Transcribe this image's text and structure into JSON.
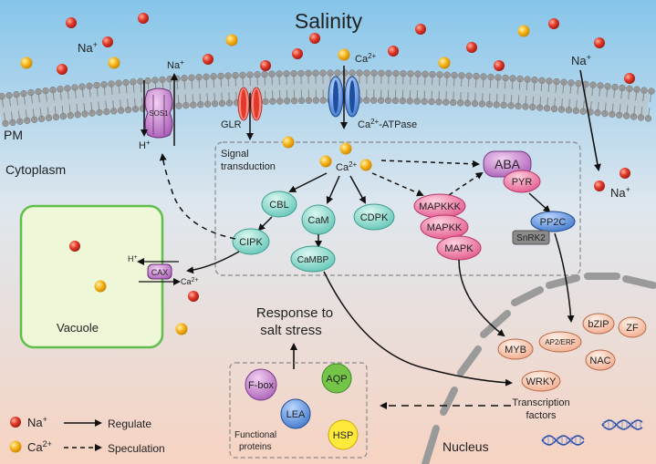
{
  "title": "Salinity",
  "ions": {
    "na": "Na",
    "ca": "Ca",
    "plus": "+",
    "ca_sup": "2+"
  },
  "membrane": {
    "pm": "PM",
    "cytoplasm": "Cytoplasm"
  },
  "transporters": {
    "sos1": "SOS1",
    "glr": "GLR",
    "ca_atpase_prefix": "Ca",
    "ca_atpase_suffix": "-ATPase",
    "h_plus": "H",
    "cax": "CAX"
  },
  "signal": {
    "line1": "Signal",
    "line2": "transduction"
  },
  "nodes": {
    "cbl": "CBL",
    "cipk": "CIPK",
    "cam": "CaM",
    "cambp": "CaMBP",
    "cdpk": "CDPK",
    "mapkkk": "MAPKKK",
    "mapkk": "MAPKK",
    "mapk": "MAPK",
    "aba": "ABA",
    "pyr": "PYR",
    "pp2c": "PP2C",
    "snrk2": "SnRK2"
  },
  "vacuole": "Vacuole",
  "response": {
    "line1": "Response to",
    "line2": "salt stress"
  },
  "functional": {
    "fbox": "F-box",
    "aqp": "AQP",
    "lea": "LEA",
    "hsp": "HSP",
    "line1": "Functional",
    "line2": "proteins"
  },
  "tfs": {
    "myb": "MYB",
    "ap2": "AP2/ERF",
    "bzip": "bZIP",
    "zf": "ZF",
    "nac": "NAC",
    "wrky": "WRKY",
    "line1": "Transcription",
    "line2": "factors"
  },
  "nucleus": "Nucleus",
  "legend": {
    "na": "Na",
    "ca": "Ca",
    "regulate": "Regulate",
    "speculation": "Speculation"
  },
  "colors": {
    "sky_top": "#8ec9ea",
    "bg_bottom": "#f7d9c8",
    "na_ion": "#e03a2c",
    "ca_ion": "#f5b21a",
    "teal": "#7fd6c8",
    "pink": "#e66a95",
    "purple": "#b876c0",
    "response": "#e0202a",
    "vacuole_border": "#5fbf4a"
  }
}
